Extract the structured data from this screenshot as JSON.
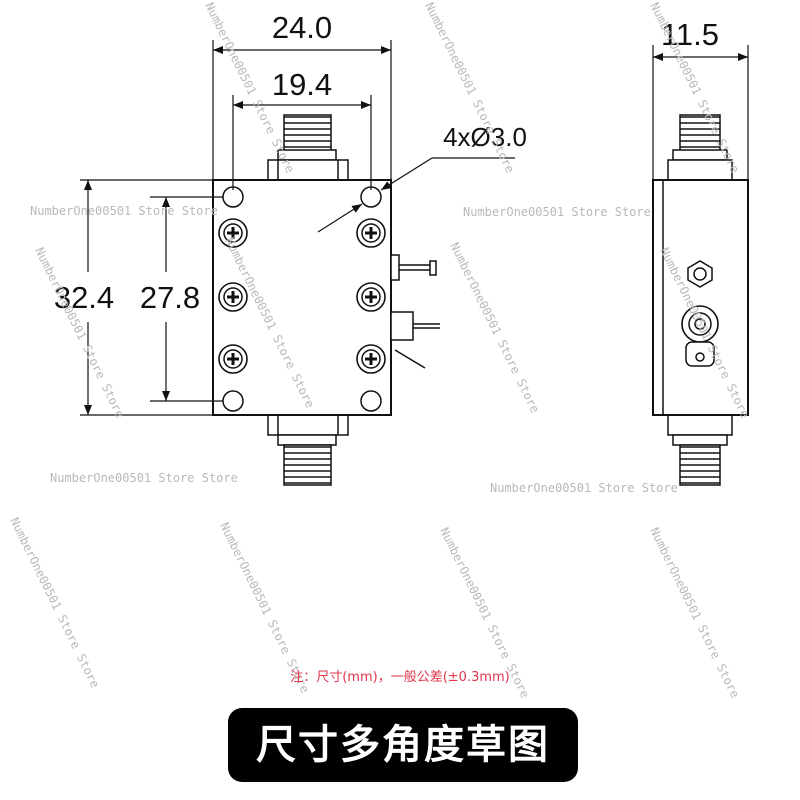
{
  "dimensions": {
    "overall_width": "24.0",
    "hole_spacing_width": "19.4",
    "hole_note": "4xØ3.0",
    "overall_height": "32.4",
    "hole_spacing_height": "27.8",
    "side_depth": "11.5"
  },
  "watermark": "NumberOne00501 Store Store",
  "note": "注：尺寸(mm)，一般公差(±0.3mm)",
  "banner": "尺寸多角度草图",
  "colors": {
    "line": "#111111",
    "note": "#e0344a",
    "watermark": "#b9b9b9",
    "banner_bg": "#000000",
    "banner_text": "#ffffff"
  }
}
